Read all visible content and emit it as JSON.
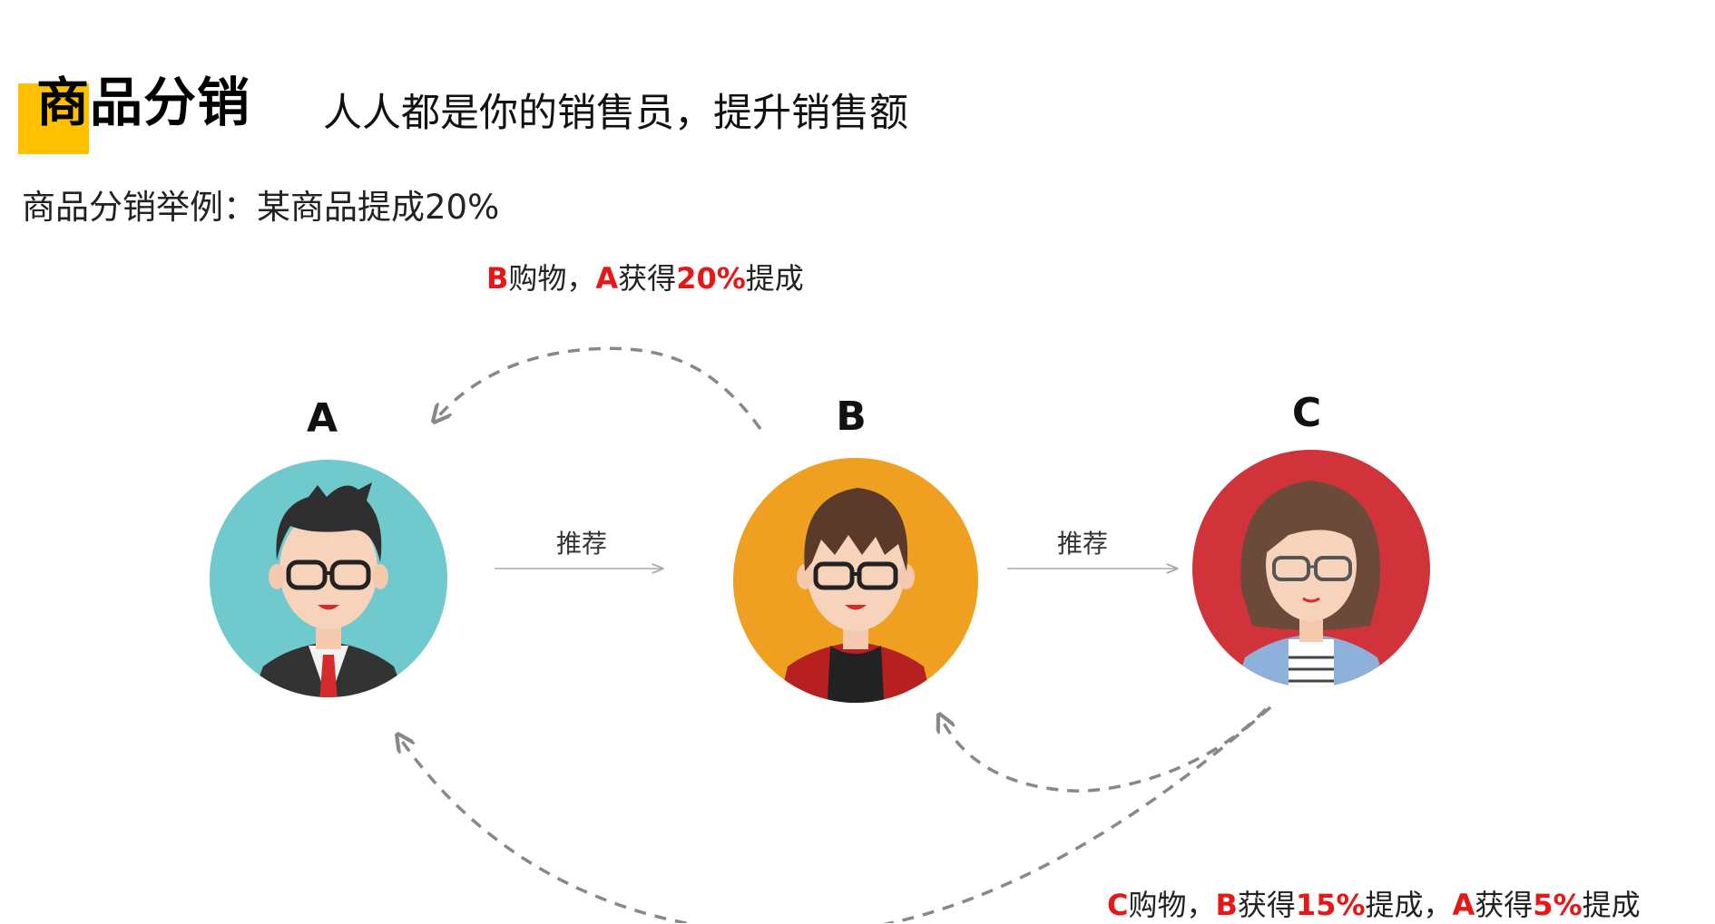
{
  "header": {
    "title": "商品分销",
    "subtitle": "人人都是你的销售员，提升销售额",
    "accent_color": "#FFC000"
  },
  "example_line": "商品分销举例：某商品提成20%",
  "people": [
    {
      "letter": "A",
      "bg_color": "#6FC9CD"
    },
    {
      "letter": "B",
      "bg_color": "#F0A020"
    },
    {
      "letter": "C",
      "bg_color": "#D0333A"
    }
  ],
  "arrows": {
    "ab_label": "推荐",
    "bc_label": "推荐"
  },
  "captions": {
    "top": {
      "p1": "B",
      "t1": "购物，",
      "p2": "A",
      "t2": "获得",
      "v1": "20%",
      "t3": "提成"
    },
    "bottom": {
      "p1": "C",
      "t1": "购物，",
      "p2": "B",
      "t2": "获得",
      "v1": "15%",
      "t3": "提成，",
      "p3": "A",
      "t4": "获得",
      "v2": "5%",
      "t5": "提成"
    },
    "highlight_color": "#E81717"
  }
}
